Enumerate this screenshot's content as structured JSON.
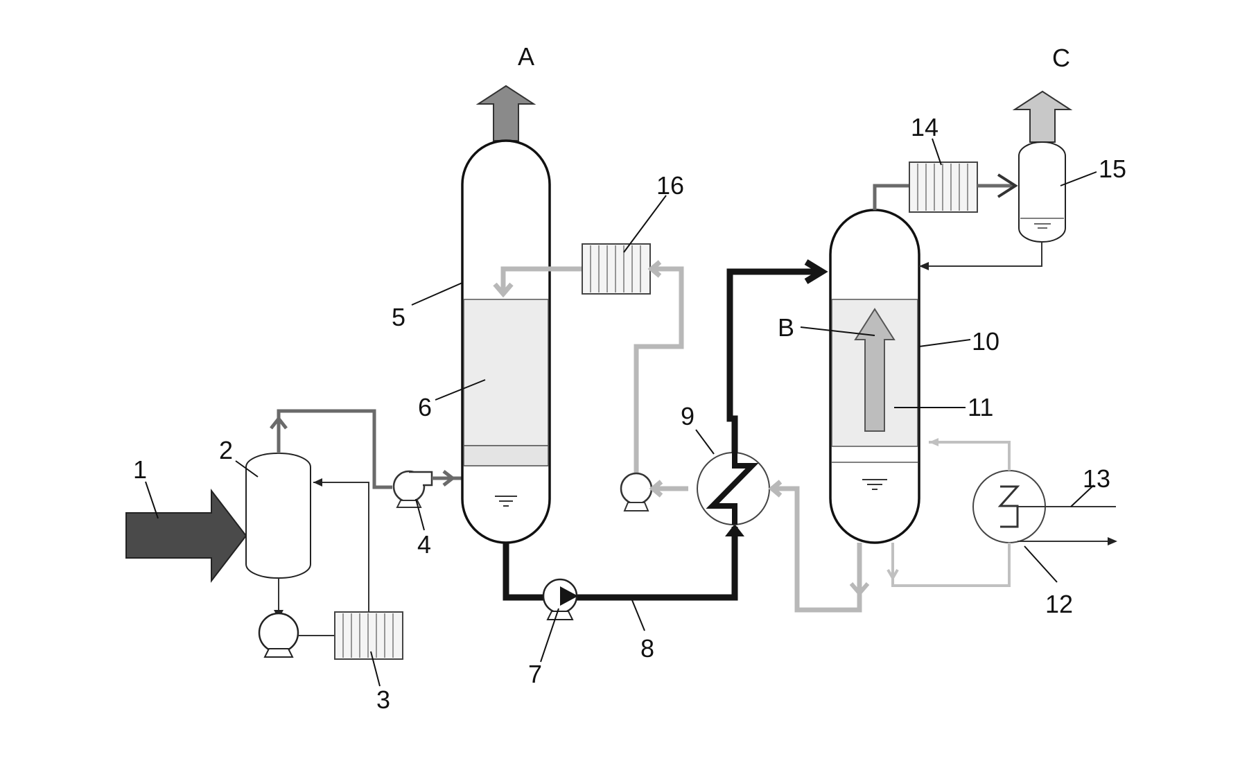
{
  "diagram": {
    "stream_labels": {
      "a": "A",
      "b": "B",
      "c": "C"
    },
    "component_labels": {
      "n1": "1",
      "n2": "2",
      "n3": "3",
      "n4": "4",
      "n5": "5",
      "n6": "6",
      "n7": "7",
      "n8": "8",
      "n9": "9",
      "n10": "10",
      "n11": "11",
      "n12": "12",
      "n13": "13",
      "n14": "14",
      "n15": "15",
      "n16": "16"
    },
    "colors": {
      "feed_arrow": "#4a4a4a",
      "stream_a": "#8a8a8a",
      "stream_b": "#bdbdbd",
      "stream_c": "#c8c8c8",
      "rich_line": "#151515",
      "lean_line": "#b8b8b8",
      "packing_fill": "#ececec"
    }
  }
}
